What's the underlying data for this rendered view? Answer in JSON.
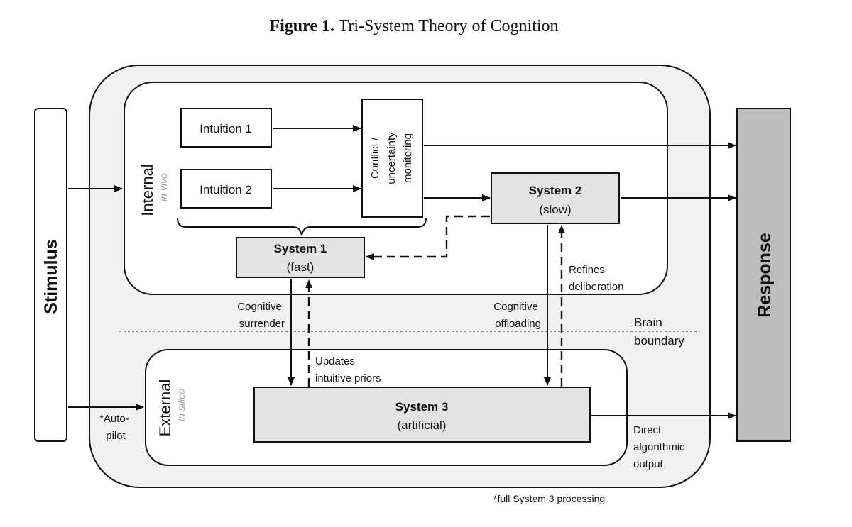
{
  "figure": {
    "title_bold": "Figure 1.",
    "title_rest": " Tri-System Theory of Cognition"
  },
  "stimulus": "Stimulus",
  "response": "Response",
  "internal": {
    "label": "Internal",
    "sublabel": "in vivo"
  },
  "external": {
    "label": "External",
    "sublabel": "in silico"
  },
  "intuition1": "Intuition 1",
  "intuition2": "Intuition 2",
  "conflict": [
    "Conflict /",
    "uncertainty",
    "monitoring"
  ],
  "system1": {
    "name": "System 1",
    "desc": "(fast)"
  },
  "system2": {
    "name": "System 2",
    "desc": "(slow)"
  },
  "system3": {
    "name": "System 3",
    "desc": "(artificial)"
  },
  "labels": {
    "refines": [
      "Refines",
      "deliberation"
    ],
    "surrender": [
      "Cognitive",
      "surrender"
    ],
    "offloading": [
      "Cognitive",
      "offloading"
    ],
    "brain_boundary": [
      "Brain",
      "boundary"
    ],
    "updates": [
      "Updates",
      "intuitive priors"
    ],
    "autopilot": [
      "*Auto-",
      "pilot"
    ],
    "direct": [
      "Direct",
      "algorithmic",
      "output"
    ],
    "footnote": "*full System 3 processing"
  },
  "colors": {
    "outer_fill": "#f1f1f1",
    "box_fill": "#e3e3e3",
    "response_fill": "#bdbdbd",
    "stroke": "#111111"
  }
}
